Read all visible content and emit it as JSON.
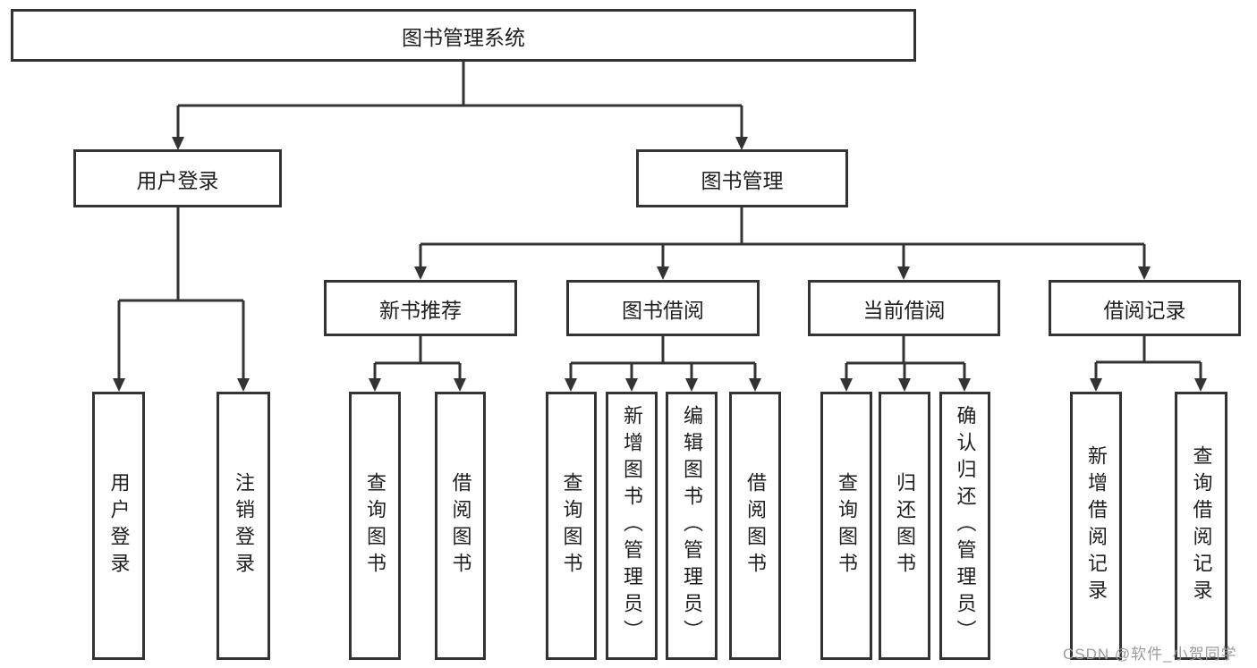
{
  "diagram": {
    "title": "图书管理系统",
    "tree": {
      "root": {
        "label": "图书管理系统"
      },
      "branches": [
        {
          "label": "用户登录",
          "leaves": [
            {
              "label": "用户登录"
            },
            {
              "label": "注销登录"
            }
          ]
        },
        {
          "label": "图书管理",
          "groups": [
            {
              "label": "新书推荐",
              "leaves": [
                {
                  "label": "查询图书"
                },
                {
                  "label": "借阅图书"
                }
              ]
            },
            {
              "label": "图书借阅",
              "leaves": [
                {
                  "label": "查询图书"
                },
                {
                  "label": "新增图书（管理员）"
                },
                {
                  "label": "编辑图书（管理员）"
                },
                {
                  "label": "借阅图书"
                }
              ]
            },
            {
              "label": "当前借阅",
              "leaves": [
                {
                  "label": "查询图书"
                },
                {
                  "label": "归还图书"
                },
                {
                  "label": "确认归还（管理员）"
                }
              ]
            },
            {
              "label": "借阅记录",
              "leaves": [
                {
                  "label": "新增借阅记录"
                },
                {
                  "label": "查询借阅记录"
                }
              ]
            }
          ]
        }
      ]
    },
    "colors": {
      "line": "#333333",
      "box_border": "#333333",
      "text": "#1f1f1f",
      "background": "#ffffff",
      "watermark": "#9b9b9b"
    }
  },
  "watermark": "CSDN @软件_小贺同学"
}
